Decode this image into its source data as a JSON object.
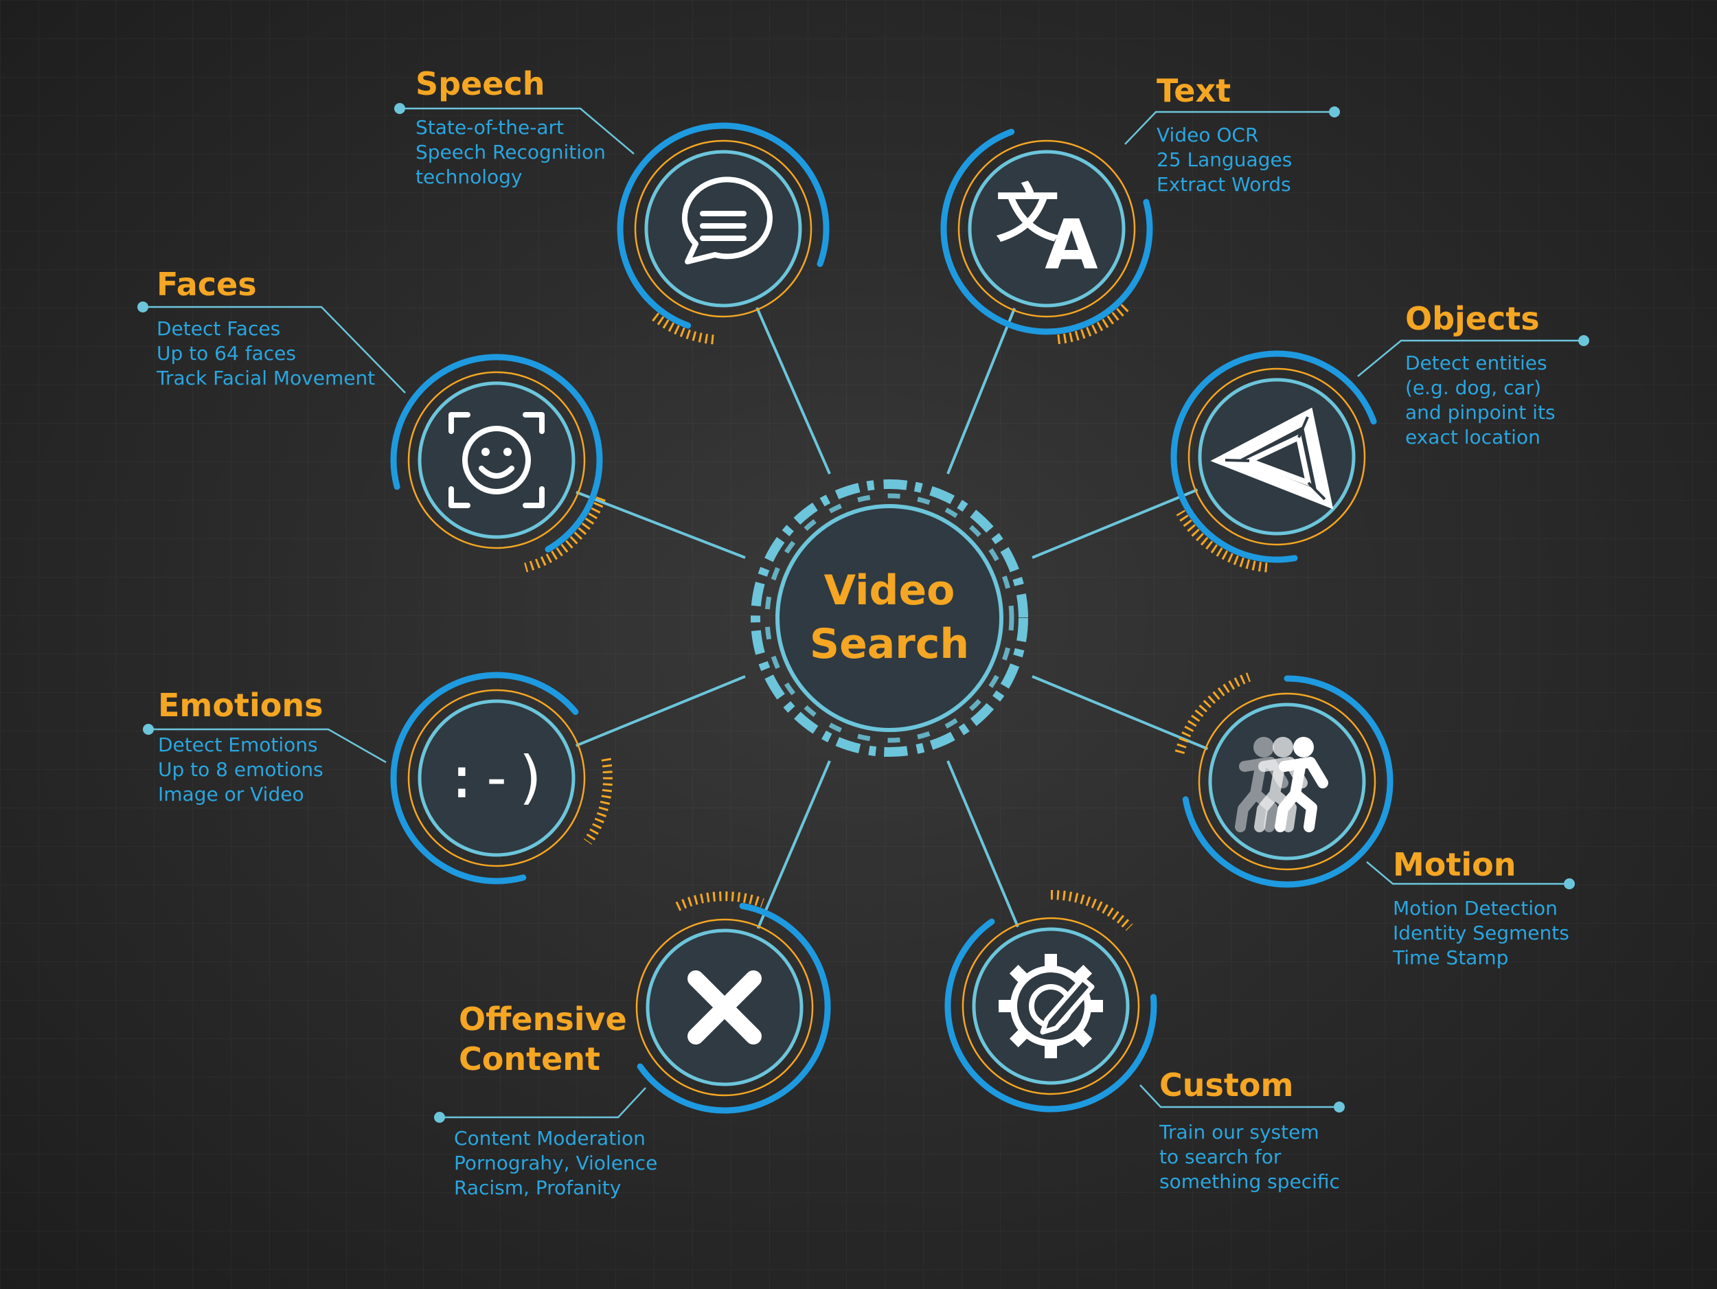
{
  "center": {
    "line1": "Video",
    "line2": "Search"
  },
  "nodes": [
    {
      "id": "speech",
      "title": [
        "Speech"
      ],
      "desc": [
        "State-of-the-art",
        "Speech Recognition",
        "technology"
      ],
      "icon": "speech-bubble-icon"
    },
    {
      "id": "text",
      "title": [
        "Text"
      ],
      "desc": [
        "Video OCR",
        "25 Languages",
        "Extract Words"
      ],
      "icon": "translate-icon",
      "icon_glyphs": [
        "文",
        "A"
      ]
    },
    {
      "id": "faces",
      "title": [
        "Faces"
      ],
      "desc": [
        "Detect Faces",
        "Up to 64 faces",
        "Track Facial Movement"
      ],
      "icon": "face-scan-icon"
    },
    {
      "id": "objects",
      "title": [
        "Objects"
      ],
      "desc": [
        "Detect entities",
        "(e.g. dog, car)",
        "and pinpoint its",
        "exact location"
      ],
      "icon": "impossible-triangle-icon"
    },
    {
      "id": "emotions",
      "title": [
        "Emotions"
      ],
      "desc": [
        "Detect Emotions",
        "Up to 8 emotions",
        "Image or Video"
      ],
      "icon": "emoticon-icon",
      "icon_text": ":-)"
    },
    {
      "id": "motion",
      "title": [
        "Motion"
      ],
      "desc": [
        "Motion Detection",
        "Identity Segments",
        "Time Stamp"
      ],
      "icon": "running-people-icon"
    },
    {
      "id": "offensive",
      "title": [
        "Offensive",
        "Content"
      ],
      "desc": [
        "Content Moderation",
        "Pornograhy, Violence",
        "Racism, Profanity"
      ],
      "icon": "close-x-icon"
    },
    {
      "id": "custom",
      "title": [
        "Custom"
      ],
      "desc": [
        "Train our system",
        "to search for",
        "something specific"
      ],
      "icon": "gear-edit-icon"
    }
  ],
  "colors": {
    "accent_orange": "#f5a623",
    "ring_blue": "#1e9ae0",
    "line_cyan": "#6cc5db",
    "circle_fill": "#2f3a42",
    "icon_white": "#ffffff"
  }
}
